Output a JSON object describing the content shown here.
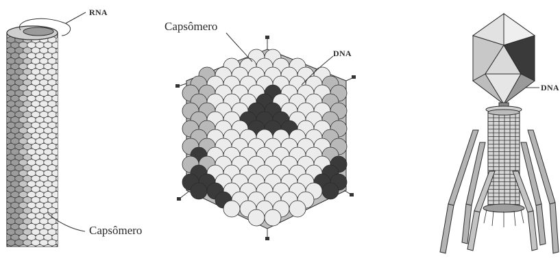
{
  "labels": {
    "rod_rna": "RNA",
    "rod_capsomer": "Capsômero",
    "icosa_capsomer": "Capsômero",
    "icosa_dna": "DNA",
    "phage_dna": "DNA"
  },
  "colors": {
    "light_sphere": "#ececec",
    "mid_sphere": "#b9b9b9",
    "dark_sphere": "#3a3a3a",
    "outline": "#2b2b2b"
  }
}
